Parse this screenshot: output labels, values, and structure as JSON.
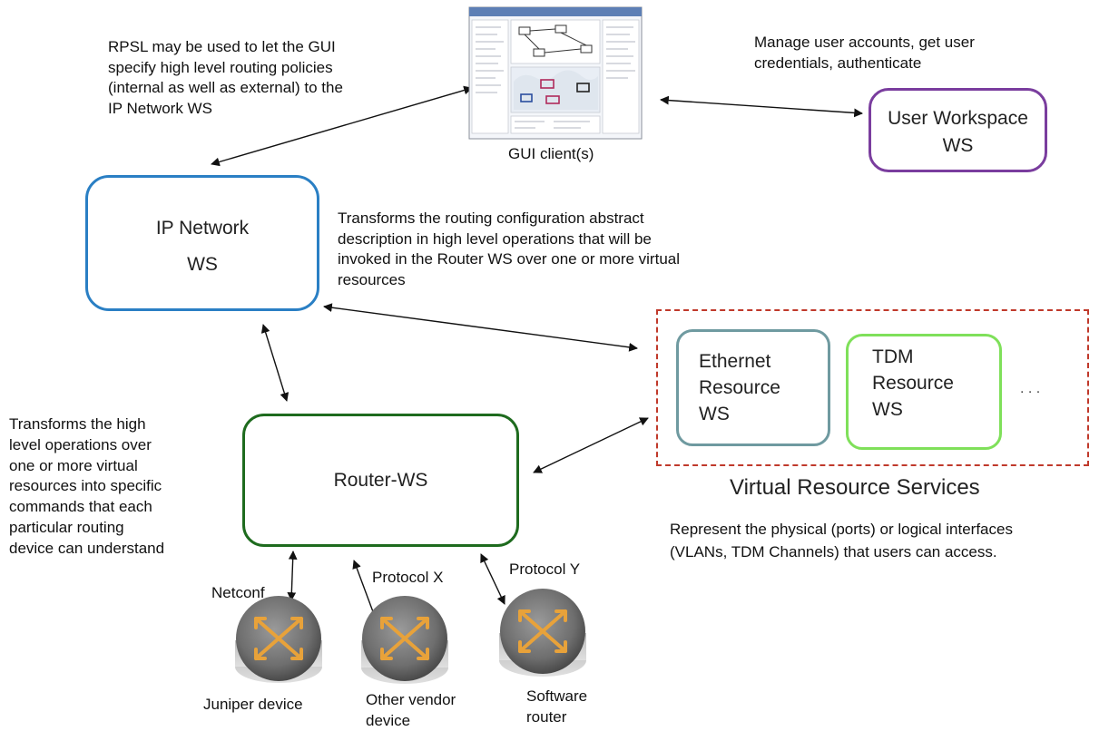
{
  "notes": {
    "rpsl": [
      "RPSL may be used to let the GUI",
      "specify high level routing policies",
      "(internal as well as external) to the",
      "IP Network WS"
    ],
    "user_mgmt": [
      "Manage user accounts, get user",
      "credentials, authenticate"
    ],
    "transforms_routing": [
      "Transforms the routing configuration abstract",
      "description in high level operations that will be",
      "invoked in the Router WS over one or more virtual",
      "resources"
    ],
    "transforms_high_level": [
      "Transforms the high",
      "level operations over",
      "one or more virtual",
      "resources into specific",
      "commands that each",
      "particular routing",
      "device can understand"
    ],
    "represent": [
      "Represent the physical (ports) or logical interfaces",
      "(VLANs, TDM Channels) that users can access."
    ]
  },
  "gui_client": {
    "label": "GUI client(s)"
  },
  "boxes": {
    "user_workspace": [
      "User Workspace",
      "WS"
    ],
    "ip_network": [
      "IP Network",
      "WS"
    ],
    "router_ws": [
      "Router-WS"
    ],
    "ethernet": [
      "Ethernet",
      "Resource",
      "WS"
    ],
    "tdm": [
      "TDM",
      "Resource",
      "WS"
    ],
    "ellipsis": ". . ."
  },
  "virtual_resource_services": {
    "label": "Virtual Resource Services"
  },
  "protocols": {
    "netconf": "Netconf",
    "protocol_x": "Protocol X",
    "protocol_y": "Protocol Y"
  },
  "devices": {
    "juniper": [
      "Juniper device"
    ],
    "other_vendor": [
      "Other vendor",
      "device"
    ],
    "software_router": [
      "Software",
      "router"
    ]
  },
  "colors": {
    "ip_network_border": "#2a7fc4",
    "router_border": "#1e6b1e",
    "user_workspace_border": "#7a3d9e",
    "ethernet_border": "#6f9aa0",
    "tdm_border": "#7fe05a",
    "virtual_dashed": "#c0392b"
  }
}
